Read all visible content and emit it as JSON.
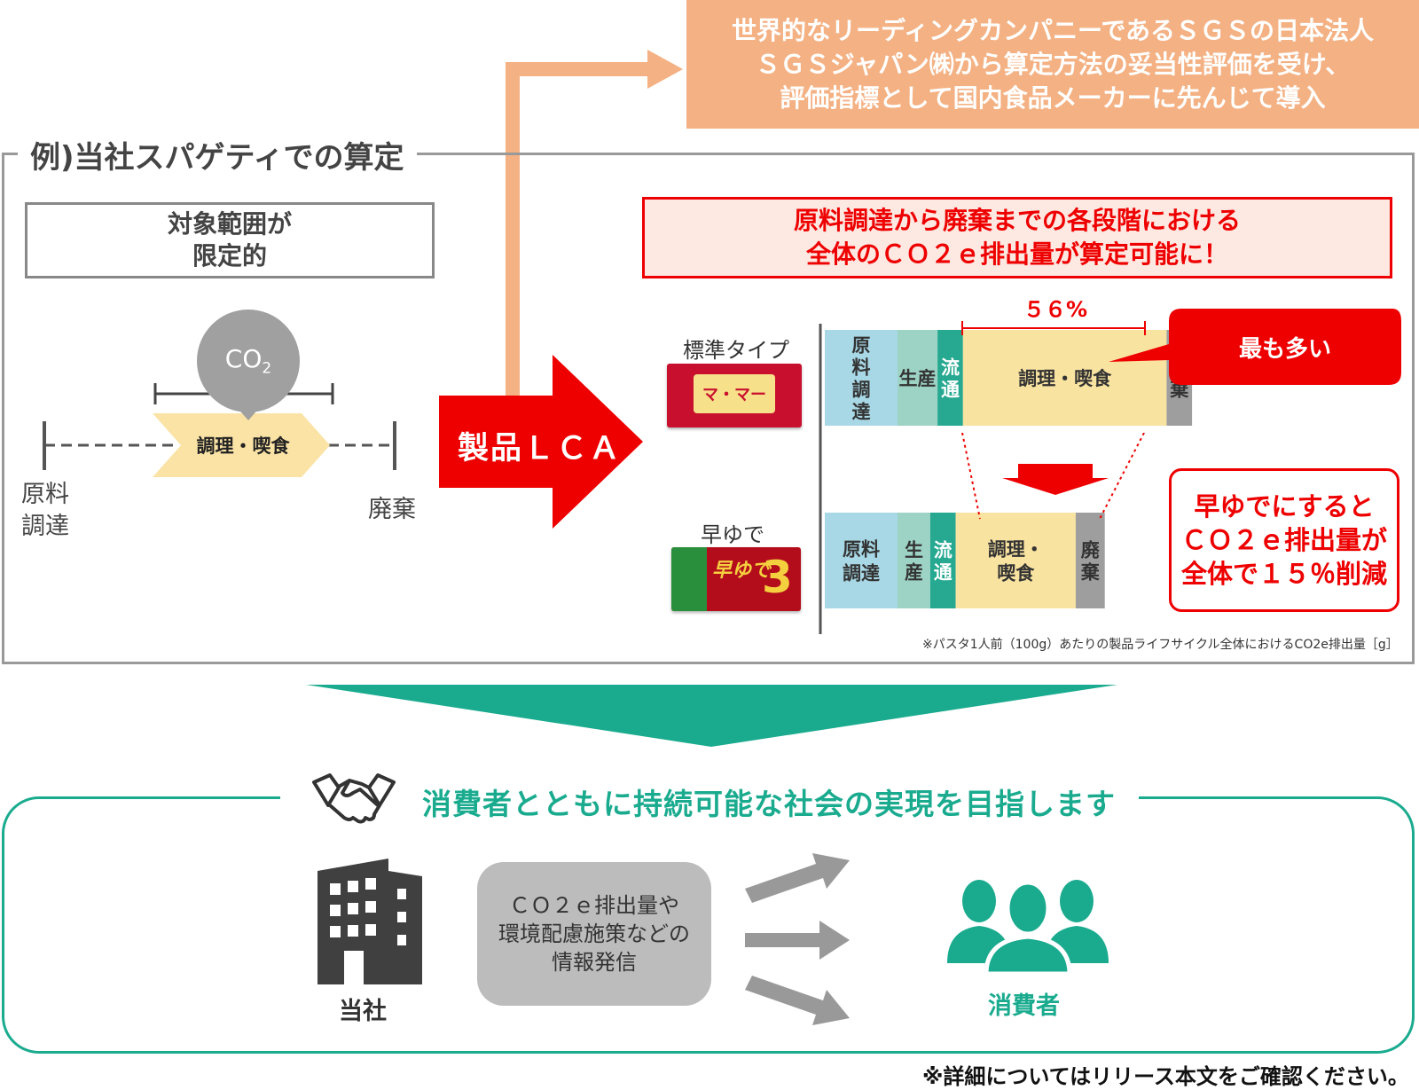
{
  "sgs_note": {
    "line1": "世界的なリーディングカンパニーであるＳＧＳの日本法人",
    "line2": "ＳＧＳジャパン㈱から算定方法の妥当性評価を受け、",
    "line3": "評価指標として国内食品メーカーに先んじて導入"
  },
  "example": {
    "title": "例)当社スパゲティでの算定",
    "scope_line1": "対象範囲が",
    "scope_line2": "限定的",
    "co2_main": "CO",
    "co2_sub": "2",
    "stage_cooking": "調理・喫食",
    "label_start_line1": "原料",
    "label_start_line2": "調達",
    "label_end": "廃棄"
  },
  "lca_arrow": {
    "label": "製品ＬＣＡ"
  },
  "lca_result": {
    "headline_line1": "原料調達から廃棄までの各段階における",
    "headline_line2": "全体のＣＯ２ｅ排出量が算定可能に！",
    "percent_label": "５６%",
    "callout_most": "最も多い",
    "callout_reduce_line1": "早ゆでにすると",
    "callout_reduce_line2": "ＣＯ２ｅ排出量が",
    "callout_reduce_line3": "全体で１５％削減",
    "footnote": "※パスタ1人前（100g）あたりの製品ライフサイクル全体におけるCO2e排出量［g］"
  },
  "chart_data": {
    "type": "bar",
    "orientation": "horizontal-stacked",
    "categories": [
      "標準タイプ",
      "早ゆで"
    ],
    "segments": [
      "原料調達",
      "生産",
      "流通",
      "調理・喫食",
      "廃棄"
    ],
    "segment_labels_std": [
      "原料調達",
      "生産",
      "流通",
      "調理・喫食",
      "廃棄"
    ],
    "segment_labels_fast": [
      "原料調達",
      "生産",
      "流通",
      "調理・\n喫食",
      "廃棄"
    ],
    "series": [
      {
        "values": [
          20,
          11,
          7,
          56,
          7
        ]
      },
      {
        "values": [
          20,
          9,
          7,
          33,
          8
        ]
      }
    ],
    "colors": [
      "#a8d8e6",
      "#9dd3c4",
      "#26a891",
      "#f9e3a0",
      "#9e9e9e"
    ]
  },
  "packages": {
    "standard_label": "標準タイプ",
    "standard_brand": "マ・マー",
    "fast_label": "早ゆで",
    "fast_brand": "早ゆで",
    "fast_number": "3"
  },
  "society": {
    "title": "消費者とともに持続可能な社会の実現を目指します",
    "company_label": "当社",
    "info_line1": "ＣＯ２ｅ排出量や",
    "info_line2": "環境配慮施策などの",
    "info_line3": "情報発信",
    "consumer_label": "消費者"
  },
  "footer_note": "※詳細についてはリリース本文をご確認ください。",
  "colors": {
    "orange": "#f4b183",
    "red": "#ee0000",
    "teal": "#1aab8f",
    "gray_box": "#999999",
    "scope_arrow": "#fbe3a6"
  }
}
